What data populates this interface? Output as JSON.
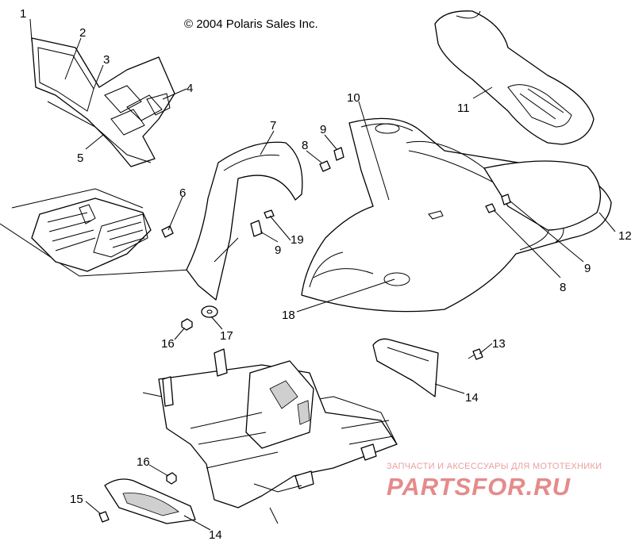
{
  "copyright": "© 2004 Polaris Sales Inc.",
  "callouts": {
    "c1": "1",
    "c2": "2",
    "c3": "3",
    "c4": "4",
    "c5": "5",
    "c6": "6",
    "c7": "7",
    "c8a": "8",
    "c8b": "8",
    "c9a": "9",
    "c9b": "9",
    "c9c": "9",
    "c10": "10",
    "c11": "11",
    "c12": "12",
    "c13": "13",
    "c14a": "14",
    "c14b": "14",
    "c15": "15",
    "c16a": "16",
    "c16b": "16",
    "c17": "17",
    "c18": "18",
    "c19": "19"
  },
  "watermark": {
    "tagline": "ЗАПЧАСТИ И АКСЕССУАРЫ ДЛЯ МОТОТЕХНИКИ",
    "logo": "PARTSFOR.RU"
  }
}
